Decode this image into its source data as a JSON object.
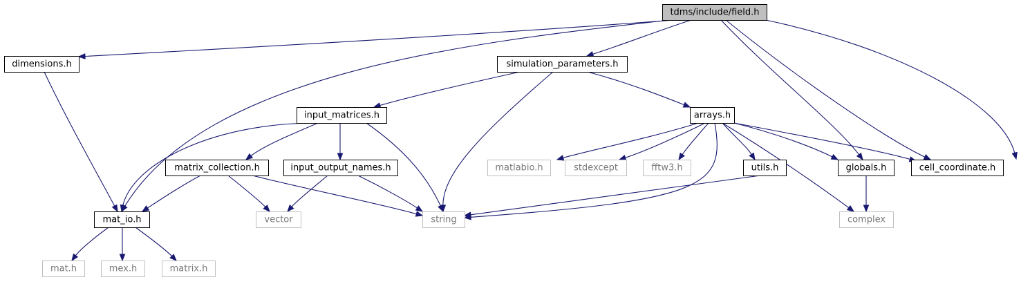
{
  "graph": {
    "colors": {
      "edge": "#191970",
      "text": "#000000",
      "external_text": "#7a7a7a",
      "external_border": "#bfbfbf",
      "root_fill": "#bfbfbf",
      "border": "#000000"
    },
    "nodes": [
      {
        "id": "field",
        "label": "tdms/include/field.h",
        "kind": "root"
      },
      {
        "id": "dimensions",
        "label": "dimensions.h",
        "kind": "local"
      },
      {
        "id": "simulation_parameters",
        "label": "simulation_parameters.h",
        "kind": "local"
      },
      {
        "id": "input_matrices",
        "label": "input_matrices.h",
        "kind": "local"
      },
      {
        "id": "arrays",
        "label": "arrays.h",
        "kind": "local"
      },
      {
        "id": "matrix_collection",
        "label": "matrix_collection.h",
        "kind": "local"
      },
      {
        "id": "input_output_names",
        "label": "input_output_names.h",
        "kind": "local"
      },
      {
        "id": "matlabio",
        "label": "matlabio.h",
        "kind": "external"
      },
      {
        "id": "stdexcept",
        "label": "stdexcept",
        "kind": "external"
      },
      {
        "id": "fftw3",
        "label": "fftw3.h",
        "kind": "external"
      },
      {
        "id": "utils",
        "label": "utils.h",
        "kind": "local"
      },
      {
        "id": "globals",
        "label": "globals.h",
        "kind": "local"
      },
      {
        "id": "cell_coordinate",
        "label": "cell_coordinate.h",
        "kind": "local"
      },
      {
        "id": "mat_io",
        "label": "mat_io.h",
        "kind": "local"
      },
      {
        "id": "vector",
        "label": "vector",
        "kind": "external"
      },
      {
        "id": "string",
        "label": "string",
        "kind": "external"
      },
      {
        "id": "complex",
        "label": "complex",
        "kind": "external"
      },
      {
        "id": "mat",
        "label": "mat.h",
        "kind": "external"
      },
      {
        "id": "mex",
        "label": "mex.h",
        "kind": "external"
      },
      {
        "id": "matrix",
        "label": "matrix.h",
        "kind": "external"
      }
    ],
    "edges": [
      [
        "field",
        "dimensions"
      ],
      [
        "field",
        "mat_io"
      ],
      [
        "field",
        "simulation_parameters"
      ],
      [
        "field",
        "globals"
      ],
      [
        "field",
        "cell_coordinate"
      ],
      [
        "field",
        "complex"
      ],
      [
        "dimensions",
        "mat_io"
      ],
      [
        "simulation_parameters",
        "input_matrices"
      ],
      [
        "simulation_parameters",
        "string"
      ],
      [
        "simulation_parameters",
        "arrays"
      ],
      [
        "input_matrices",
        "mat_io"
      ],
      [
        "input_matrices",
        "matrix_collection"
      ],
      [
        "input_matrices",
        "input_output_names"
      ],
      [
        "input_matrices",
        "string"
      ],
      [
        "arrays",
        "matlabio"
      ],
      [
        "arrays",
        "stdexcept"
      ],
      [
        "arrays",
        "fftw3"
      ],
      [
        "arrays",
        "utils"
      ],
      [
        "arrays",
        "globals"
      ],
      [
        "arrays",
        "cell_coordinate"
      ],
      [
        "arrays",
        "string"
      ],
      [
        "arrays",
        "complex"
      ],
      [
        "matrix_collection",
        "mat_io"
      ],
      [
        "matrix_collection",
        "vector"
      ],
      [
        "matrix_collection",
        "string"
      ],
      [
        "input_output_names",
        "vector"
      ],
      [
        "input_output_names",
        "string"
      ],
      [
        "utils",
        "string"
      ],
      [
        "globals",
        "complex"
      ],
      [
        "mat_io",
        "mat"
      ],
      [
        "mat_io",
        "mex"
      ],
      [
        "mat_io",
        "matrix"
      ]
    ]
  }
}
